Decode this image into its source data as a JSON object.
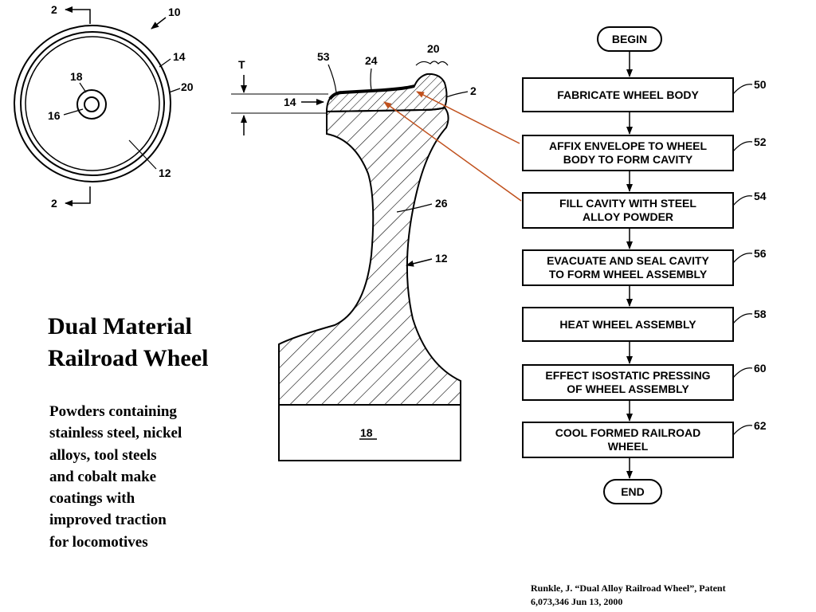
{
  "wheel_face_view": {
    "labels": {
      "section_top": "2",
      "section_bottom": "2",
      "wheel": "10",
      "envelope": "14",
      "rim": "20",
      "hub": "18",
      "bore": "16",
      "body": "12"
    }
  },
  "cross_section": {
    "labels": {
      "thickness": "T",
      "coating": "14",
      "lip": "53",
      "tread": "24",
      "flange": "20",
      "section_mark": "2",
      "web": "26",
      "body": "12",
      "hub": "18"
    }
  },
  "flowchart": {
    "begin": "BEGIN",
    "end": "END",
    "steps": [
      {
        "lines": [
          "FABRICATE WHEEL BODY"
        ],
        "ref": "50"
      },
      {
        "lines": [
          "AFFIX ENVELOPE TO WHEEL",
          "BODY TO FORM CAVITY"
        ],
        "ref": "52"
      },
      {
        "lines": [
          "FILL CAVITY WITH STEEL",
          "ALLOY POWDER"
        ],
        "ref": "54"
      },
      {
        "lines": [
          "EVACUATE AND SEAL CAVITY",
          "TO FORM WHEEL ASSEMBLY"
        ],
        "ref": "56"
      },
      {
        "lines": [
          "HEAT WHEEL ASSEMBLY"
        ],
        "ref": "58"
      },
      {
        "lines": [
          "EFFECT ISOSTATIC PRESSING",
          "OF WHEEL ASSEMBLY"
        ],
        "ref": "60"
      },
      {
        "lines": [
          "COOL FORMED RAILROAD",
          "WHEEL"
        ],
        "ref": "62"
      }
    ]
  },
  "title_lines": [
    "Dual Material",
    "Railroad Wheel"
  ],
  "description_lines": [
    "Powders containing",
    "stainless steel, nickel",
    "alloys, tool steels",
    "and cobalt make",
    "coatings with",
    "improved traction",
    "for locomotives"
  ],
  "citation_lines": [
    "Runkle, J. “Dual Alloy Railroad Wheel”, Patent",
    "6,073,346 Jun 13, 2000"
  ],
  "colors": {
    "annotation_arrow": "#c0501c",
    "line": "#000000"
  }
}
